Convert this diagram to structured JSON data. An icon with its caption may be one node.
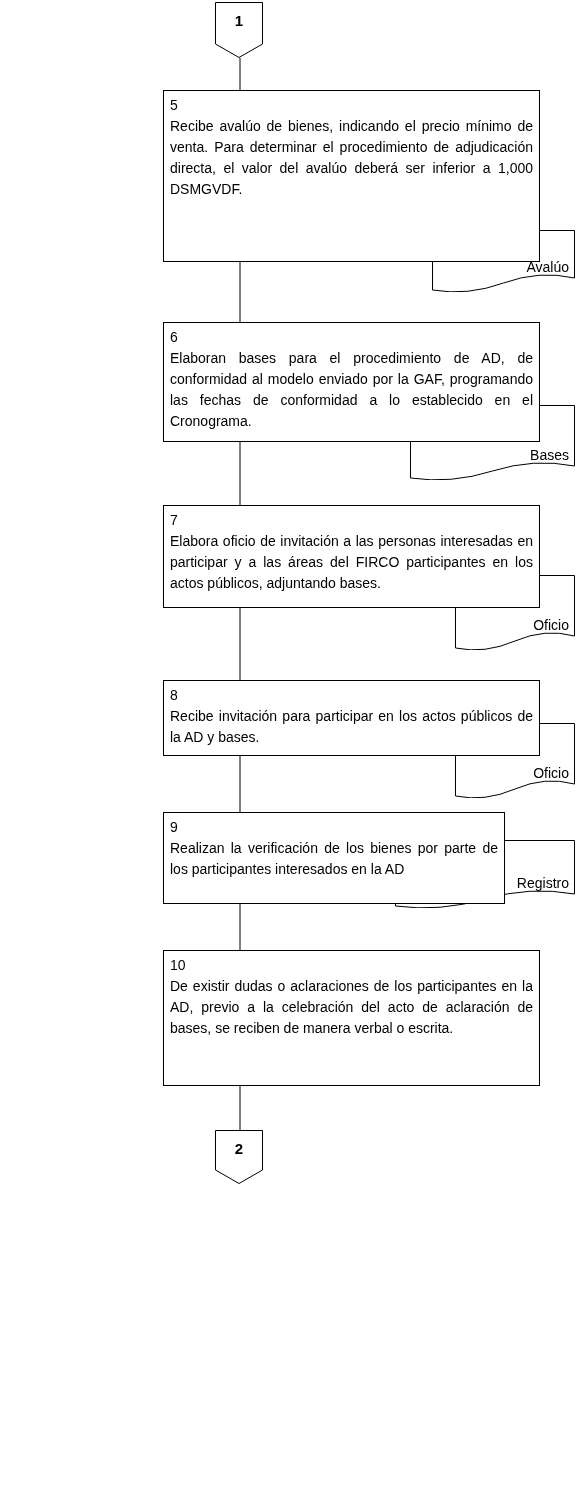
{
  "diagram": {
    "nodes": [
      {
        "text": [
          "1"
        ]
      },
      {
        "text": [
          "5",
          "Recibe avalúo de bienes, indicando el precio mínimo de venta. Para determinar el procedimiento de adjudicación directa, el valor del avalúo deberá ser inferior a 1,000 DSMGVDF."
        ]
      },
      {
        "text": [
          "Avalúo"
        ]
      },
      {
        "text": [
          "6",
          "Elaboran bases para el procedimiento de AD, de conformidad al modelo enviado por la GAF, programando las fechas de conformidad a lo establecido en el Cronograma."
        ]
      },
      {
        "text": [
          "Bases"
        ]
      },
      {
        "text": [
          "7",
          "Elabora oficio de invitación a las personas interesadas en participar y a las áreas del FIRCO participantes en los actos públicos, adjuntando bases."
        ]
      },
      {
        "text": [
          "Oficio"
        ]
      },
      {
        "text": [
          "8",
          "Recibe invitación para participar en los actos públicos de la AD y bases."
        ]
      },
      {
        "text": [
          "Oficio"
        ]
      },
      {
        "text": [
          "9",
          "Realizan la verificación de los bienes por parte de los participantes interesados en la AD"
        ]
      },
      {
        "text": [
          "Registro"
        ]
      },
      {
        "text": [
          "10",
          "De existir dudas o aclaraciones de los participantes en la AD, previo a la celebración del acto de aclaración de bases, se reciben de manera verbal o escrita."
        ]
      },
      {
        "text": [
          "2"
        ]
      }
    ],
    "edges": [
      {
        "from": 0,
        "to": 1,
        "arrow": "none"
      },
      {
        "from": 1,
        "to": 3,
        "arrow": "none"
      },
      {
        "from": 3,
        "to": 5,
        "arrow": "none"
      },
      {
        "from": 5,
        "to": 7,
        "arrow": "none"
      },
      {
        "from": 7,
        "to": 9,
        "arrow": "none"
      },
      {
        "from": 9,
        "to": 11,
        "arrow": "none"
      },
      {
        "from": 11,
        "to": 12,
        "arrow": "none"
      }
    ]
  }
}
